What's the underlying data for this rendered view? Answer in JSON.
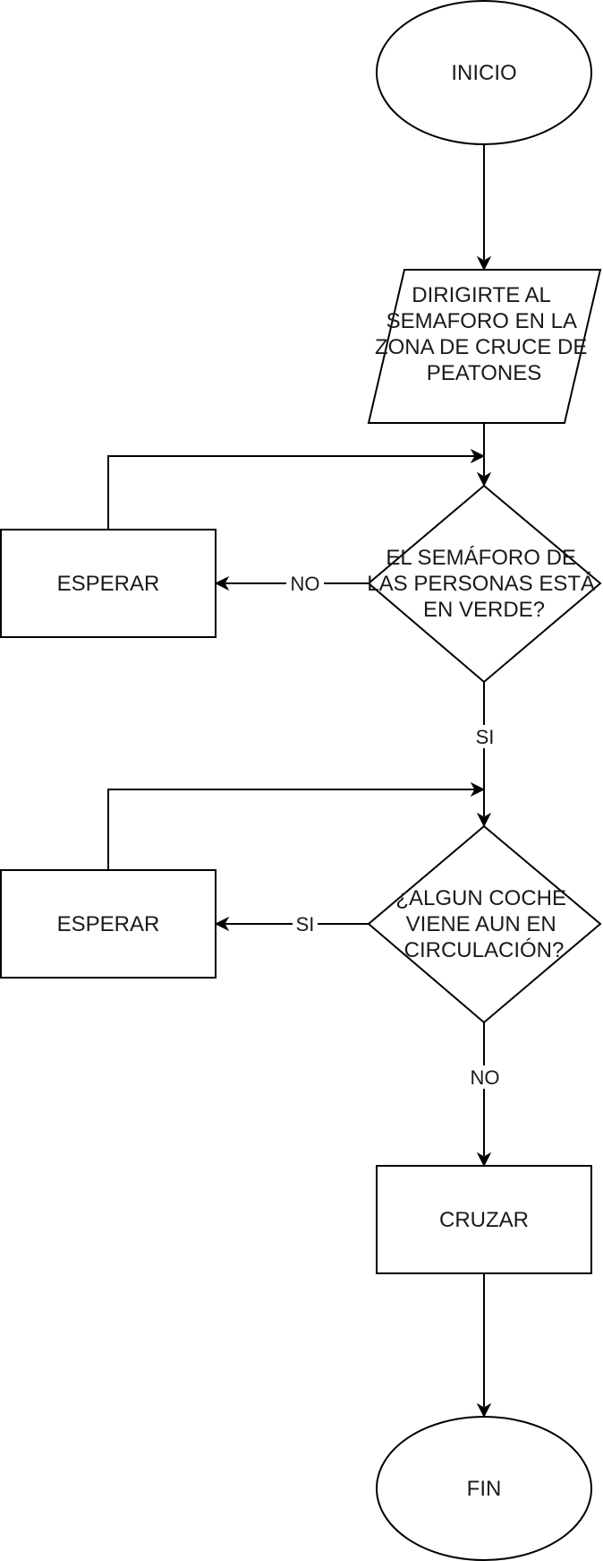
{
  "diagram": {
    "nodes": {
      "start": {
        "lines": [
          "INICIO"
        ]
      },
      "go_to_light": {
        "lines": [
          "DIRIGIRTE AL",
          "SEMAFORO EN LA",
          "ZONA DE CRUCE DE",
          "PEATONES"
        ]
      },
      "light_green_question": {
        "lines": [
          "EL SEMÁFORO DE",
          "LAS PERSONAS ESTÁ",
          "EN VERDE?"
        ]
      },
      "wait_1": {
        "lines": [
          "ESPERAR"
        ]
      },
      "car_question": {
        "lines": [
          "¿ALGUN COCHE",
          "VIENE AUN EN",
          "CIRCULACIÓN?"
        ]
      },
      "wait_2": {
        "lines": [
          "ESPERAR"
        ]
      },
      "cross": {
        "lines": [
          "CRUZAR"
        ]
      },
      "end": {
        "lines": [
          "FIN"
        ]
      }
    },
    "edge_labels": {
      "light_no": "NO",
      "light_yes": "SI",
      "car_yes": "SI",
      "car_no": "NO"
    }
  }
}
